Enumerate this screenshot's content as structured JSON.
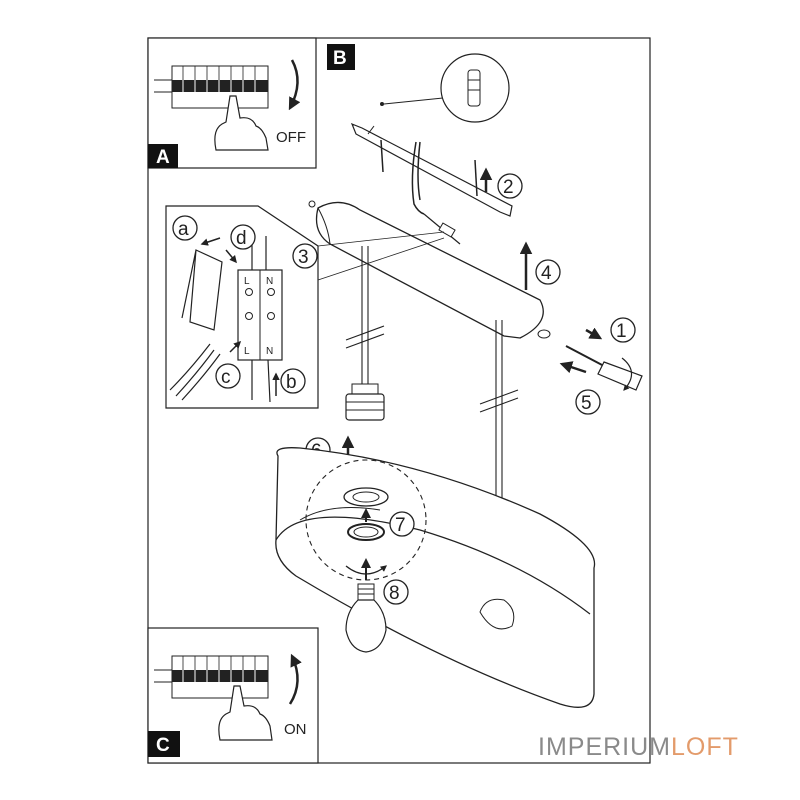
{
  "panels": {
    "a_label": "A",
    "b_label": "B",
    "c_label": "C",
    "off_text": "OFF",
    "on_text": "ON"
  },
  "detail": {
    "a": "a",
    "b": "b",
    "c": "c",
    "d": "d",
    "terminal_l": "L",
    "terminal_n": "N"
  },
  "steps": [
    "1",
    "2",
    "3",
    "4",
    "5",
    "6",
    "7",
    "8"
  ],
  "watermark": {
    "part1": "IMPERIUM",
    "part2": "LOFT"
  },
  "colors": {
    "line": "#222222",
    "panel_tag": "#111111",
    "wm_gray": "#8a8a8a",
    "wm_orange": "#e39b6b"
  }
}
